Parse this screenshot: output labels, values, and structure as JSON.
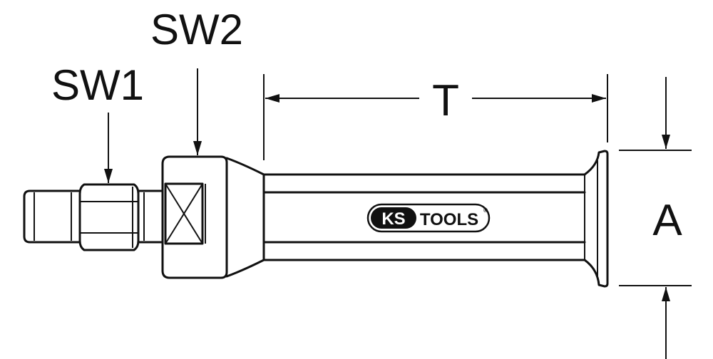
{
  "labels": {
    "sw1": "SW1",
    "sw2": "SW2",
    "t": "T",
    "a": "A"
  },
  "logo": {
    "ks": "KS",
    "tools": "TOOLS",
    "mark": "®"
  },
  "colors": {
    "line": "#111111",
    "background": "#ffffff"
  }
}
